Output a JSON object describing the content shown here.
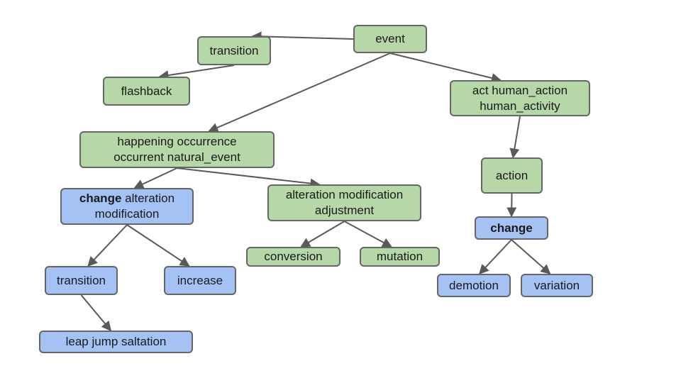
{
  "colors": {
    "green_node": "#b6d7a8",
    "blue_node": "#a4c2f4",
    "border": "#666666",
    "edge": "#595959"
  },
  "nodes": {
    "event": {
      "text": "event"
    },
    "transition_top": {
      "text": "transition"
    },
    "flashback": {
      "text": "flashback"
    },
    "act": {
      "line1": "act human_action",
      "line2": "human_activity"
    },
    "happening": {
      "line1": "happening occurrence",
      "line2": "occurrent natural_event"
    },
    "action": {
      "text": "action"
    },
    "change_left": {
      "bold": "change",
      "rest": " alteration",
      "line2": "modification"
    },
    "alteration": {
      "line1": "alteration modification",
      "line2": "adjustment"
    },
    "change_right": {
      "text": "change"
    },
    "conversion": {
      "text": "conversion"
    },
    "mutation": {
      "text": "mutation"
    },
    "transition_bottom": {
      "text": "transition"
    },
    "increase": {
      "text": "increase"
    },
    "demotion": {
      "text": "demotion"
    },
    "variation": {
      "text": "variation"
    },
    "leap": {
      "text": "leap jump saltation"
    }
  },
  "edges": [
    [
      "event",
      "transition_top"
    ],
    [
      "transition_top",
      "flashback"
    ],
    [
      "event",
      "happening"
    ],
    [
      "event",
      "act"
    ],
    [
      "act",
      "action"
    ],
    [
      "action",
      "change_right"
    ],
    [
      "change_right",
      "demotion"
    ],
    [
      "change_right",
      "variation"
    ],
    [
      "happening",
      "change_left"
    ],
    [
      "happening",
      "alteration"
    ],
    [
      "alteration",
      "conversion"
    ],
    [
      "alteration",
      "mutation"
    ],
    [
      "change_left",
      "transition_bottom"
    ],
    [
      "change_left",
      "increase"
    ],
    [
      "transition_bottom",
      "leap"
    ]
  ]
}
